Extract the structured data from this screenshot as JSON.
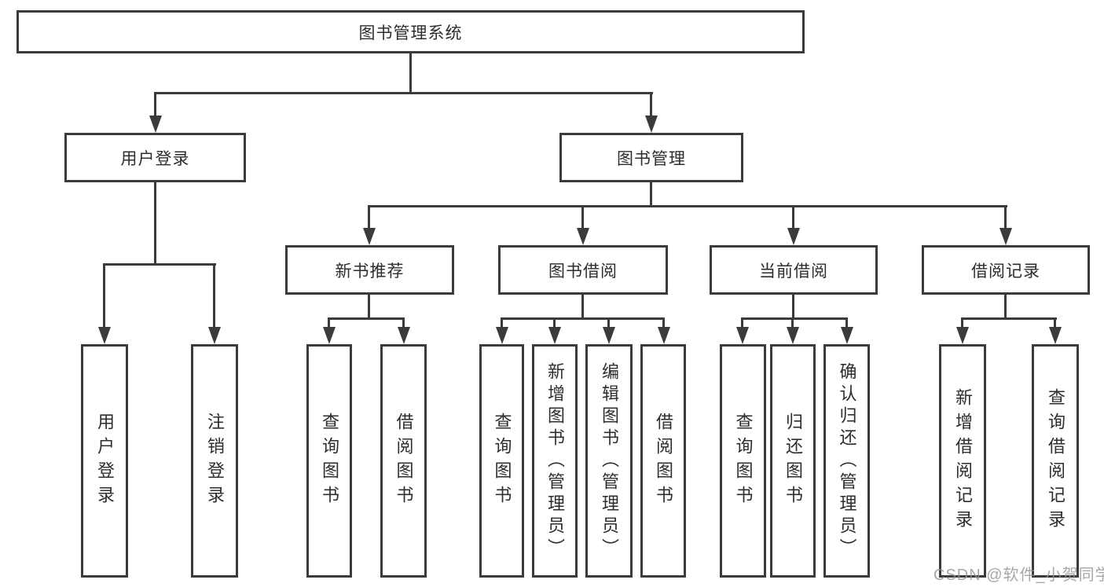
{
  "diagram_title": "图书管理系统",
  "watermark": "CSDN @软件_小贺同学",
  "colors": {
    "line": "#3b3b3b",
    "text": "#2d2d2d",
    "watermark": "#949494",
    "background": "#ffffff"
  },
  "nodes": {
    "root": {
      "label": "图书管理系统"
    },
    "l2": {
      "login": {
        "label": "用户登录"
      },
      "mgmt": {
        "label": "图书管理"
      }
    },
    "l3": {
      "recommend": {
        "label": "新书推荐"
      },
      "borrow": {
        "label": "图书借阅"
      },
      "current": {
        "label": "当前借阅"
      },
      "record": {
        "label": "借阅记录"
      }
    },
    "l4": {
      "user_login": {
        "label": "用户登录"
      },
      "logout": {
        "label": "注销登录"
      },
      "query_book_1": {
        "label": "查询图书"
      },
      "borrow_book_1": {
        "label": "借阅图书"
      },
      "query_book_2": {
        "label": "查询图书"
      },
      "add_book_admin": {
        "label": "新增图书（管理员）"
      },
      "edit_book_admin": {
        "label": "编辑图书（管理员）"
      },
      "borrow_book_2": {
        "label": "借阅图书"
      },
      "query_book_3": {
        "label": "查询图书"
      },
      "return_book": {
        "label": "归还图书"
      },
      "confirm_return_admin": {
        "label": "确认归还（管理员）"
      },
      "add_borrow_record": {
        "label": "新增借阅记录"
      },
      "query_borrow_record": {
        "label": "查询借阅记录"
      }
    }
  },
  "hierarchy": {
    "图书管理系统": {
      "用户登录": [
        "用户登录",
        "注销登录"
      ],
      "图书管理": {
        "新书推荐": [
          "查询图书",
          "借阅图书"
        ],
        "图书借阅": [
          "查询图书",
          "新增图书（管理员）",
          "编辑图书（管理员）",
          "借阅图书"
        ],
        "当前借阅": [
          "查询图书",
          "归还图书",
          "确认归还（管理员）"
        ],
        "借阅记录": [
          "新增借阅记录",
          "查询借阅记录"
        ]
      }
    }
  }
}
